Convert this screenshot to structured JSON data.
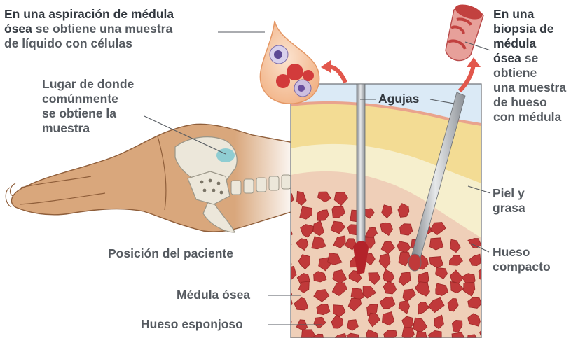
{
  "labels": {
    "aspiration_bold": "En una aspiración de médula\nósea",
    "aspiration_rest": " se obtiene una muestra\nde líquido con células",
    "biopsy_bold": "En una\nbiopsia de\nmédula\nósea",
    "biopsy_rest": " se\nobtiene\nuna muestra\nde hueso\ncon médula",
    "site": "Lugar de donde\ncomúnmente\nse obtiene la\nmuestra",
    "needles": "Agujas",
    "skin": "Piel y\ngrasa",
    "compact": "Hueso\ncompacto",
    "position": "Posición del paciente",
    "marrow": "Médula ósea",
    "spongy": "Hueso esponjoso"
  },
  "colors": {
    "text": "#555a60",
    "text_bold": "#333940",
    "skin_tone": "#d9a77c",
    "fat": "#f3dc94",
    "compact_bone": "#f6efcd",
    "marrow_red": "#c0393a",
    "spongy_bone": "#efcfb8",
    "arrow": "#e2574c",
    "sky": "#dbeaf6"
  }
}
